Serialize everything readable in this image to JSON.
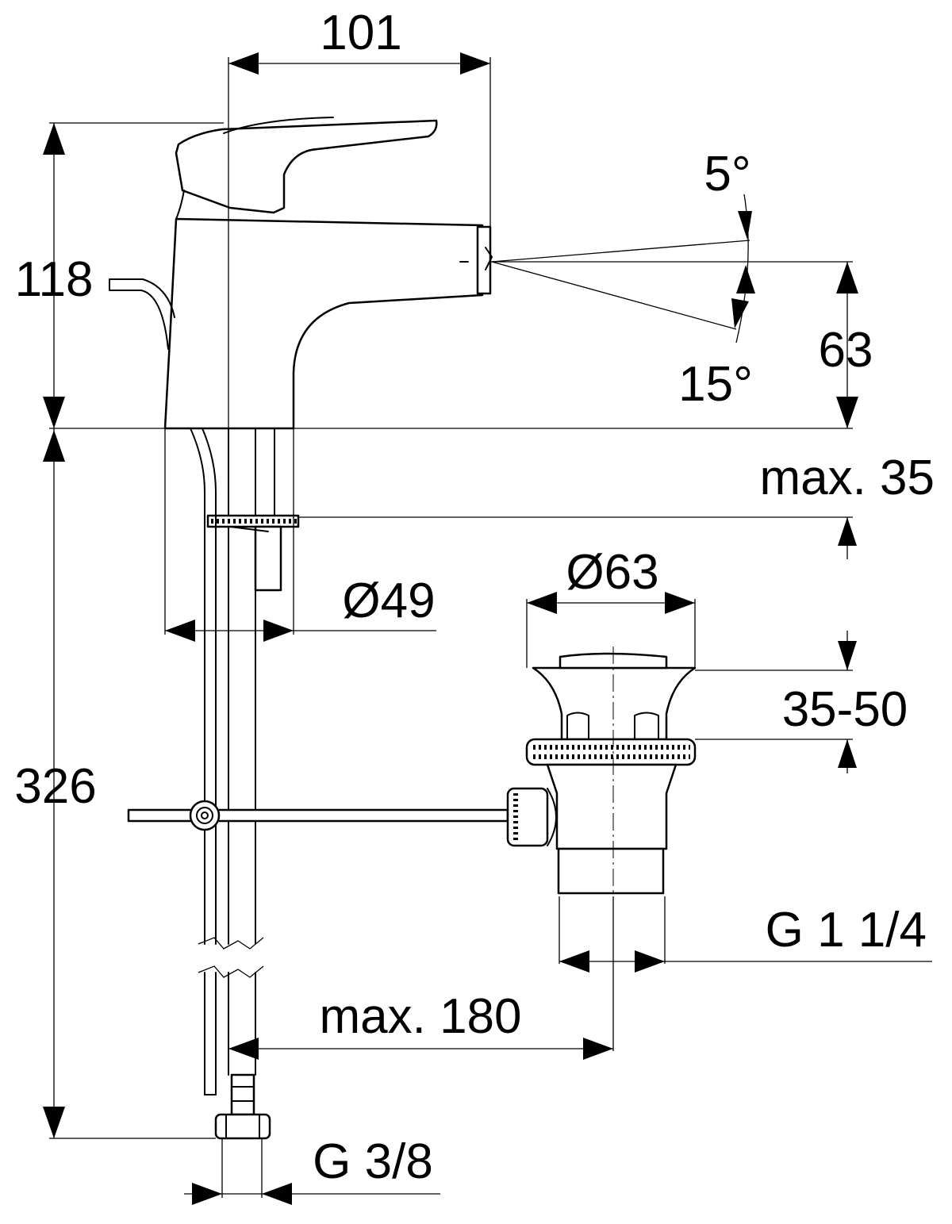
{
  "dimensions": {
    "width_spout": "101",
    "height_total": "118",
    "angle_up": "5°",
    "angle_down": "15°",
    "spout_height": "63",
    "deck_thickness_max": "max. 35",
    "base_diameter": "Ø49",
    "waste_diameter": "Ø63",
    "waste_range": "35-50",
    "waste_thread": "G 1 1/4",
    "rod_length_max": "max. 180",
    "hose_length": "326",
    "supply_thread": "G 3/8"
  }
}
